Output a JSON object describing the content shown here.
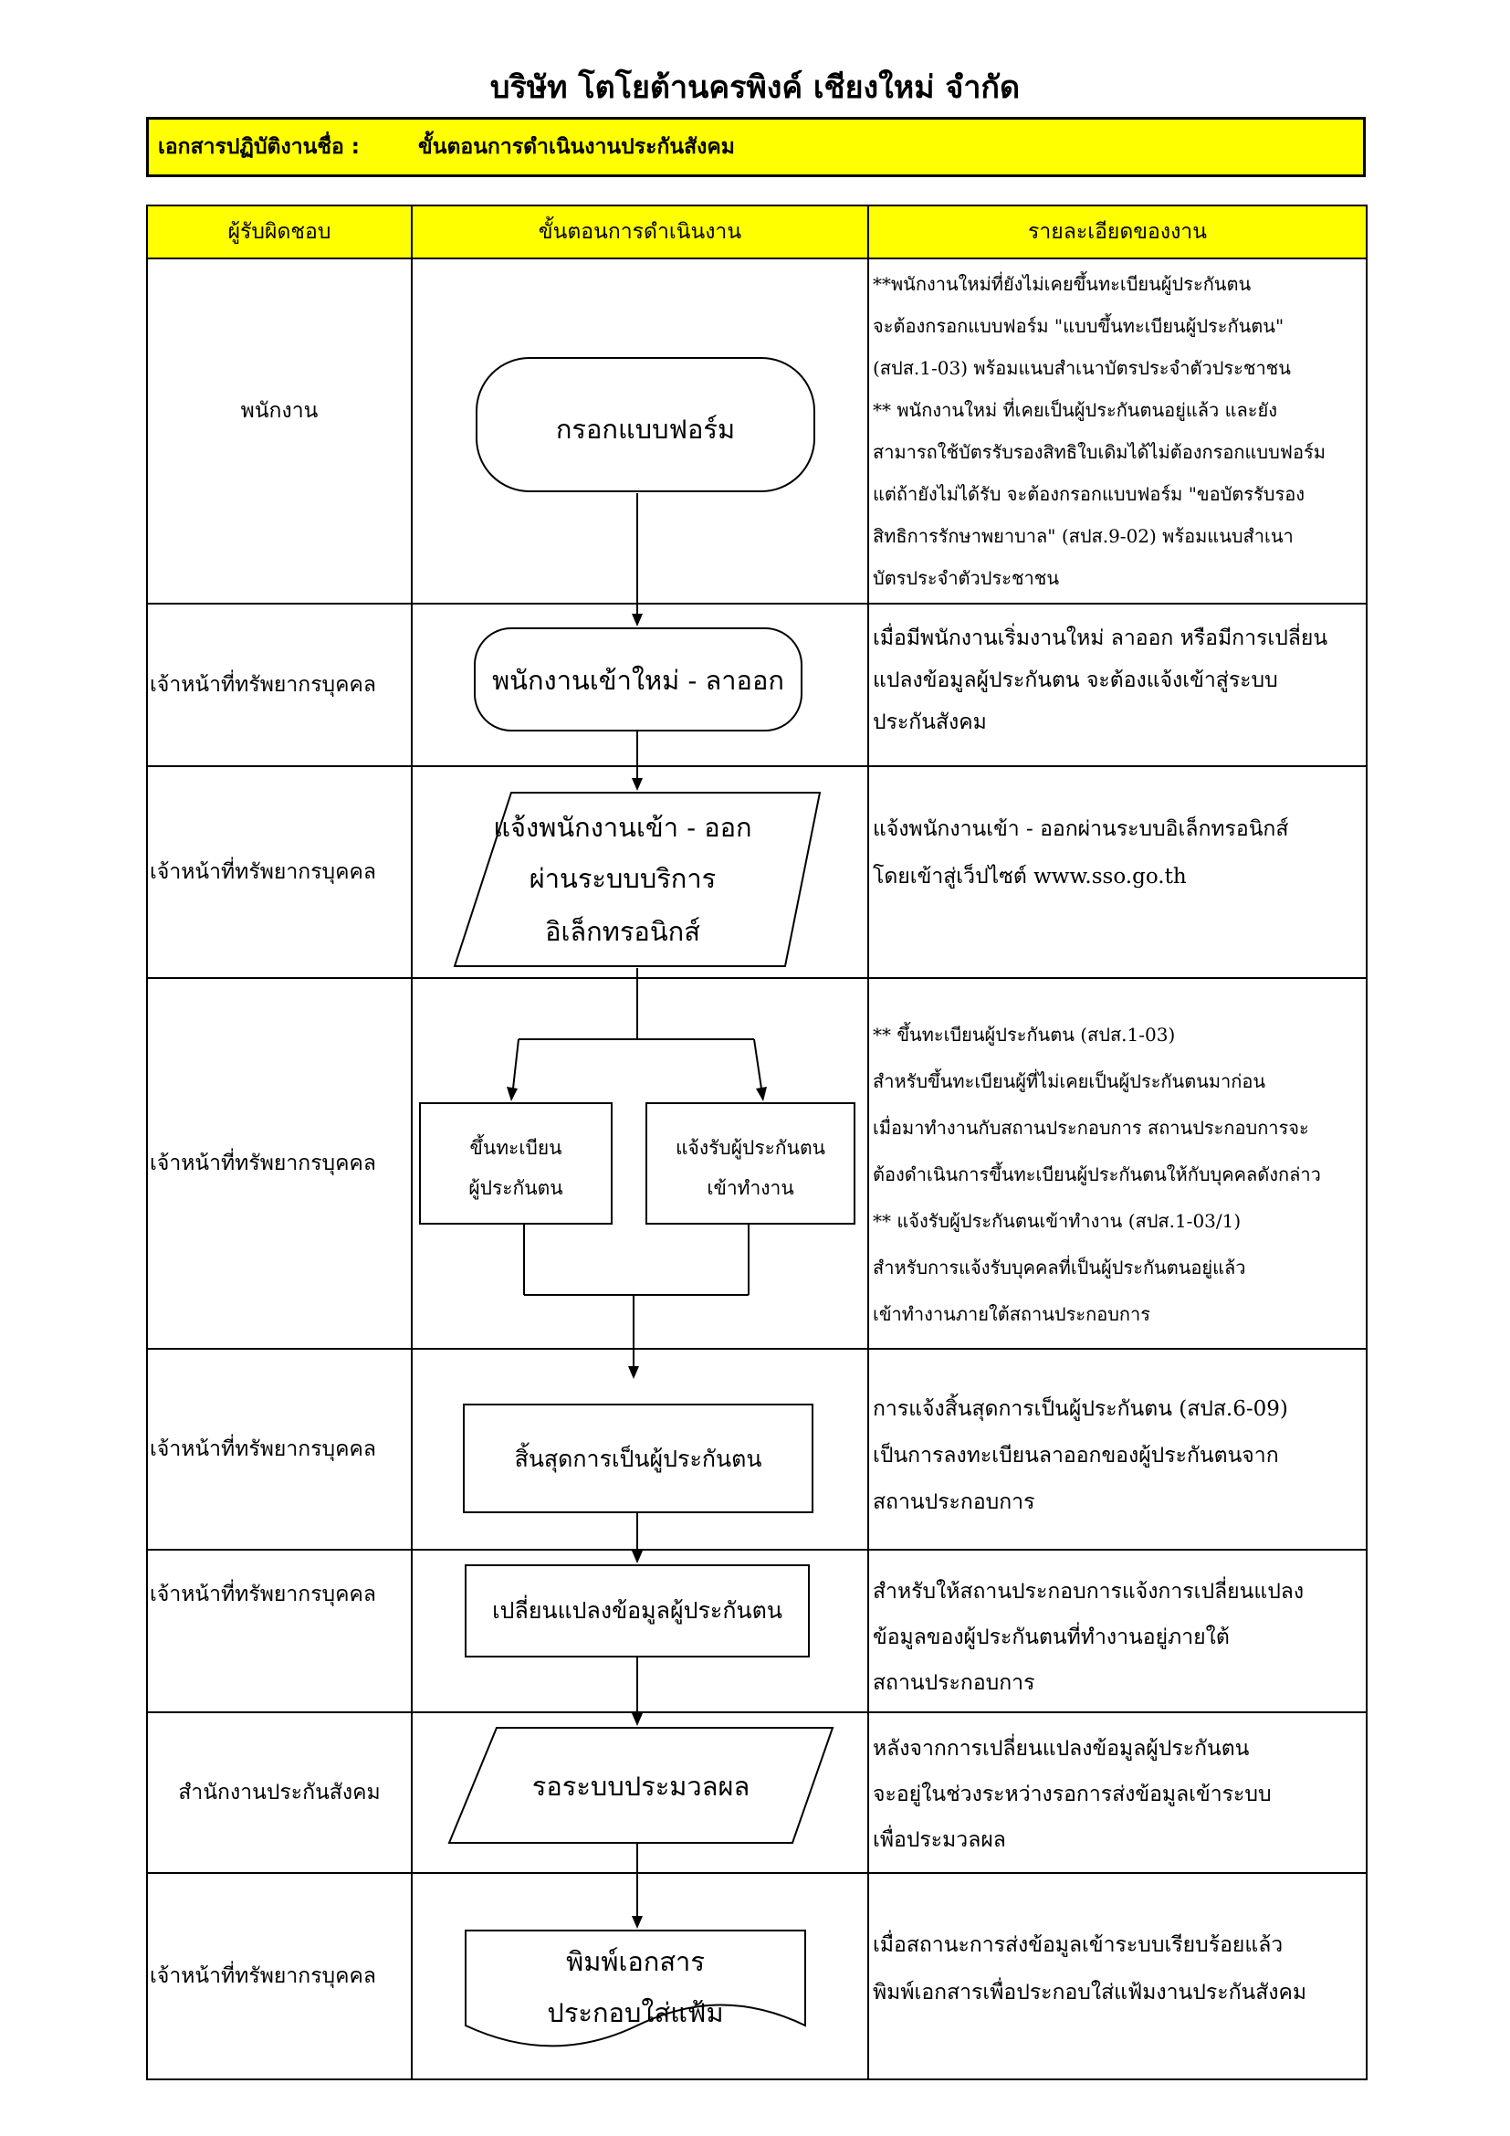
{
  "header": {
    "company": "บริษัท โตโยต้านครพิงค์ เชียงใหม่ จำกัด",
    "doc_label": "เอกสารปฏิบัติงานชื่อ :",
    "doc_name": "ขั้นตอนการดำเนินงานประกันสังคม"
  },
  "table": {
    "columns": [
      "ผู้รับผิดชอบ",
      "ขั้นตอนการดำเนินงาน",
      "รายละเอียดของงาน"
    ],
    "rows": [
      {
        "responsible": "พนักงาน",
        "detail": [
          "**พนักงานใหม่ที่ยังไม่เคยขึ้นทะเบียนผู้ประกันตน",
          "จะต้องกรอกแบบฟอร์ม \"แบบขึ้นทะเบียนผู้ประกันตน\"",
          "(สปส.1-03) พร้อมแนบสำเนาบัตรประจำตัวประชาชน",
          "** พนักงานใหม่ ที่เคยเป็นผู้ประกันตนอยู่แล้ว และยัง",
          "สามารถใช้บัตรรับรองสิทธิใบเดิมได้ไม่ต้องกรอกแบบฟอร์ม",
          "แต่ถ้ายังไม่ได้รับ จะต้องกรอกแบบฟอร์ม \"ขอบัตรรับรอง",
          "สิทธิการรักษาพยาบาล\" (สปส.9-02) พร้อมแนบสำเนา",
          "บัตรประจำตัวประชาชน"
        ]
      },
      {
        "responsible": "เจ้าหน้าที่ทรัพยากรบุคคล",
        "detail": [
          "เมื่อมีพนักงานเริ่มงานใหม่ ลาออก หรือมีการเปลี่ยน",
          "แปลงข้อมูลผู้ประกันตน จะต้องแจ้งเข้าสู่ระบบ",
          "ประกันสังคม"
        ]
      },
      {
        "responsible": "เจ้าหน้าที่ทรัพยากรบุคคล",
        "detail": [
          "แจ้งพนักงานเข้า - ออกผ่านระบบอิเล็กทรอนิกส์",
          "โดยเข้าสู่เว็ปไซต์ www.sso.go.th"
        ]
      },
      {
        "responsible": "เจ้าหน้าที่ทรัพยากรบุคคล",
        "detail": [
          "** ขึ้นทะเบียนผู้ประกันตน (สปส.1-03)",
          "สำหรับขึ้นทะเบียนผู้ที่ไม่เคยเป็นผู้ประกันตนมาก่อน",
          "เมื่อมาทำงานกับสถานประกอบการ สถานประกอบการจะ",
          "ต้องดำเนินการขึ้นทะเบียนผู้ประกันตนให้กับบุคคลดังกล่าว",
          "** แจ้งรับผู้ประกันตนเข้าทำงาน (สปส.1-03/1)",
          "สำหรับการแจ้งรับบุคคลที่เป็นผู้ประกันตนอยู่แล้ว",
          "เข้าทำงานภายใต้สถานประกอบการ"
        ]
      },
      {
        "responsible": "เจ้าหน้าที่ทรัพยากรบุคคล",
        "detail": [
          "การแจ้งสิ้นสุดการเป็นผู้ประกันตน (สปส.6-09)",
          "เป็นการลงทะเบียนลาออกของผู้ประกันตนจาก",
          "สถานประกอบการ"
        ]
      },
      {
        "responsible": "เจ้าหน้าที่ทรัพยากรบุคคล",
        "detail": [
          "สำหรับให้สถานประกอบการแจ้งการเปลี่ยนแปลง",
          "ข้อมูลของผู้ประกันตนที่ทำงานอยู่ภายใต้",
          "สถานประกอบการ"
        ]
      },
      {
        "responsible": "สำนักงานประกันสังคม",
        "detail": [
          "หลังจากการเปลี่ยนแปลงข้อมูลผู้ประกันตน",
          "จะอยู่ในช่วงระหว่างรอการส่งข้อมูลเข้าระบบ",
          "เพื่อประมวลผล"
        ]
      },
      {
        "responsible": "เจ้าหน้าที่ทรัพยากรบุคคล",
        "detail": [
          "เมื่อสถานะการส่งข้อมูลเข้าระบบเรียบร้อยแล้ว",
          "พิมพ์เอกสารเพื่อประกอบใส่แฟ้มงานประกันสังคม"
        ]
      }
    ]
  },
  "flow": {
    "fill_form": "กรอกแบบฟอร์ม",
    "new_employee": "พนักงานเข้าใหม่ - ลาออก",
    "notify_online": [
      "แจ้งพนักงานเข้า - ออก",
      "ผ่านระบบบริการ",
      "อิเล็กทรอนิกส์"
    ],
    "register": [
      "ขึ้นทะเบียน",
      "ผู้ประกันตน"
    ],
    "notify_employment": [
      "แจ้งรับผู้ประกันตน",
      "เข้าทำงาน"
    ],
    "terminate": "สิ้นสุดการเป็นผู้ประกันตน",
    "change_data": "เปลี่ยนแปลงข้อมูลผู้ประกันตน",
    "wait_processing": "รอระบบประมวลผล",
    "print_docs": [
      "พิมพ์เอกสาร",
      "ประกอบใส่แฟ้ม"
    ]
  },
  "colors": {
    "header_fill": "#ffff00",
    "line": "#000000"
  }
}
